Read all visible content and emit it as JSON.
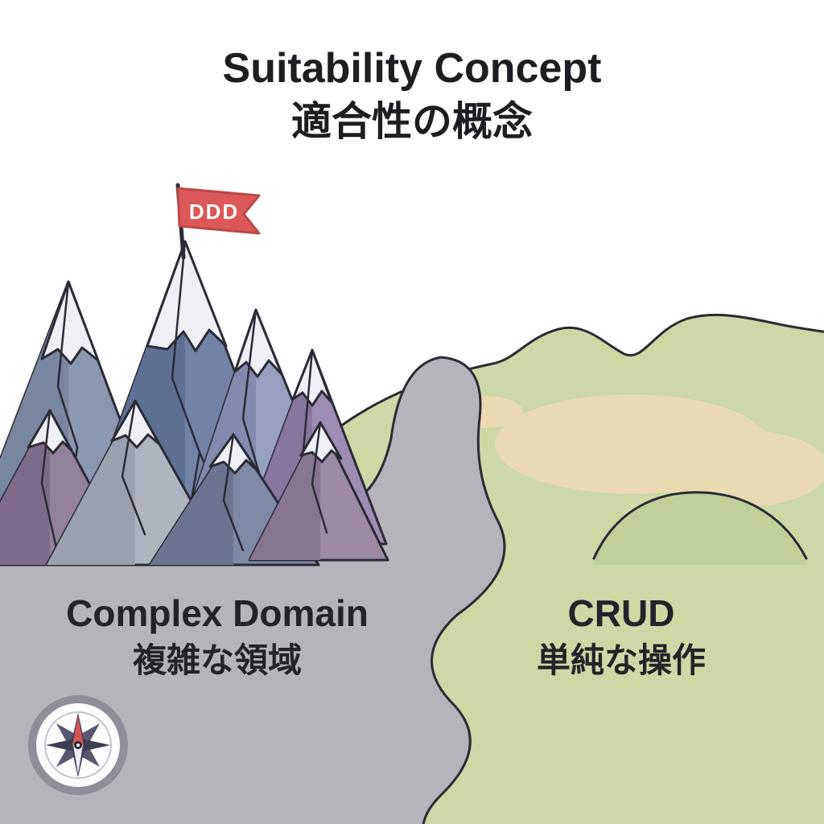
{
  "title": {
    "line1": "Suitability Concept",
    "line2": "適合性の概念"
  },
  "flag": {
    "label": "DDD"
  },
  "left_region": {
    "title": "Complex Domain",
    "subtitle": "複雑な領域"
  },
  "right_region": {
    "title": "CRUD",
    "subtitle": "単純な操作"
  },
  "icons": {
    "compass": "compass-rose-icon",
    "flag": "ddd-flag-icon"
  },
  "palette": {
    "terrain_gray": "#b4b4ba",
    "terrain_green": "#ccd8a6",
    "hill_green": "#c0d09b",
    "sand": "#e9dab2",
    "flag_red": "#dc5858",
    "flag_border": "#b94a4a",
    "outline": "#2b2b36",
    "snow": "#eef0f6",
    "text": "#1d1d22"
  }
}
